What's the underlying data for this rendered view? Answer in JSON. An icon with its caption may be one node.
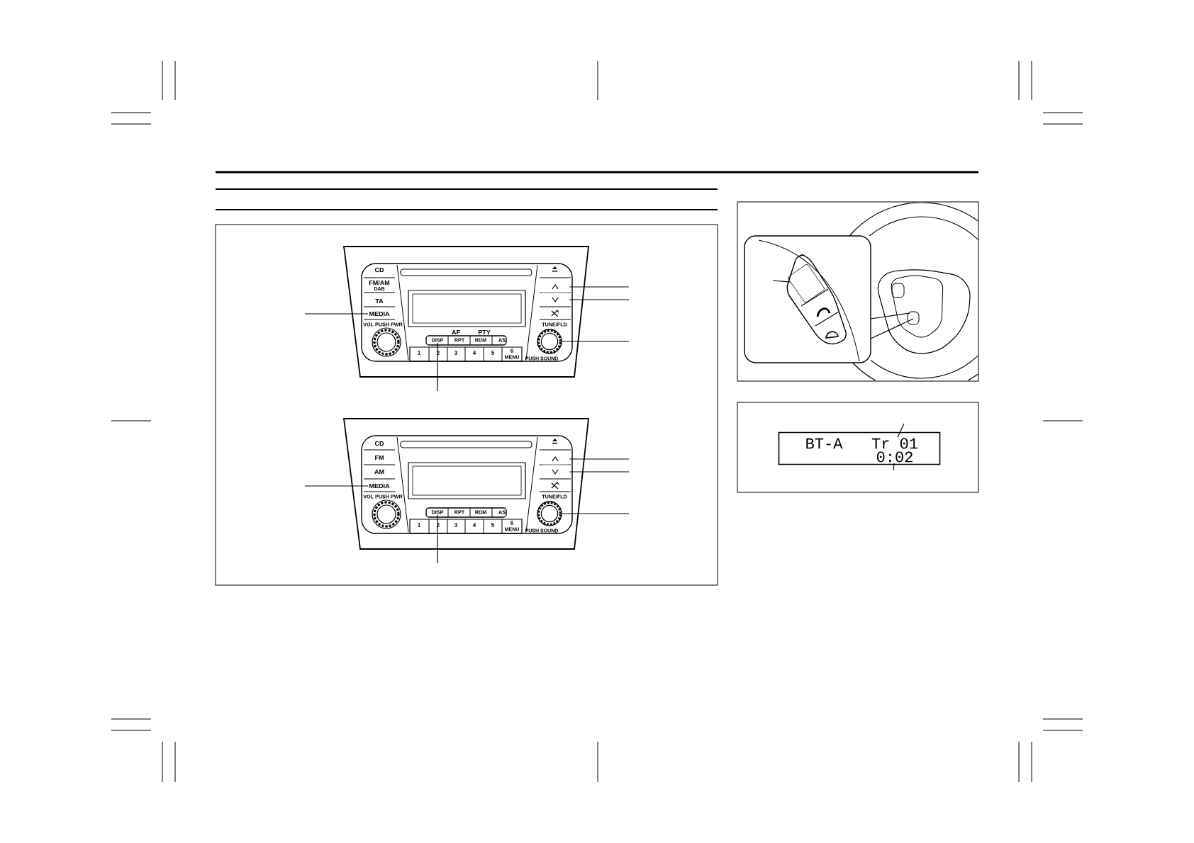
{
  "diagram": {
    "nodes": [
      {
        "text": [
          "MEDIA"
        ]
      },
      {
        "text": [],
        "shape": "box"
      },
      {
        "text": [],
        "shape": "box"
      },
      {
        "text": [],
        "shape": "circle",
        "beside": [
          "TUNE/FLD"
        ]
      },
      {
        "text": [
          "DISP"
        ]
      },
      {
        "text": [
          "MEDIA"
        ]
      },
      {
        "text": [],
        "shape": "box"
      },
      {
        "text": [],
        "shape": "box"
      },
      {
        "text": [],
        "shape": "circle",
        "beside": [
          "TUNE/FLD"
        ]
      },
      {
        "text": [
          "DISP"
        ]
      },
      {
        "text": [],
        "shape": "box"
      },
      {
        "text": [],
        "shape": "box"
      },
      {
        "text": [
          "BT-A"
        ],
        "in": 11
      },
      {
        "text": [
          "Tr 01"
        ],
        "in": 11
      },
      {
        "text": [
          "0:02"
        ],
        "in": 11
      }
    ],
    "edges": [
      {
        "from": null,
        "to": 0,
        "arrow": "none"
      },
      {
        "from": null,
        "to": 1,
        "arrow": "none"
      },
      {
        "from": null,
        "to": 2,
        "arrow": "none"
      },
      {
        "from": null,
        "to": 3,
        "arrow": "none"
      },
      {
        "from": null,
        "to": 4,
        "arrow": "none"
      },
      {
        "from": null,
        "to": 5,
        "arrow": "none"
      },
      {
        "from": null,
        "to": 6,
        "arrow": "none"
      },
      {
        "from": null,
        "to": 7,
        "arrow": "none"
      },
      {
        "from": null,
        "to": 8,
        "arrow": "none"
      },
      {
        "from": null,
        "to": 9,
        "arrow": "none"
      },
      {
        "from": null,
        "to": 10,
        "arrow": "none"
      },
      {
        "from": null,
        "to": 13,
        "arrow": "none"
      },
      {
        "from": null,
        "to": 14,
        "arrow": "none"
      }
    ],
    "labels": [
      "CD",
      "FM/AM",
      "DAB",
      "TA",
      "VOL PUSH PWR",
      "AF",
      "PTY",
      "RPT",
      "RDM",
      "AS",
      "1",
      "2",
      "3",
      "4",
      "5",
      "6",
      "MENU",
      "PUSH SOUND",
      "CD",
      "FM",
      "AM",
      "VOL PUSH PWR",
      "RPT",
      "RDM",
      "AS",
      "1",
      "2",
      "3",
      "4",
      "5",
      "6",
      "MENU",
      "PUSH SOUND"
    ]
  }
}
